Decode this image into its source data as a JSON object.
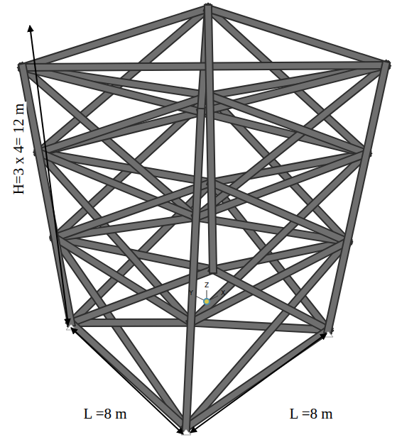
{
  "diagram": {
    "labels": [
      "H=3 x 4= 12 m",
      "L =8 m",
      "L =8 m",
      "Y",
      "Z",
      "X"
    ]
  }
}
